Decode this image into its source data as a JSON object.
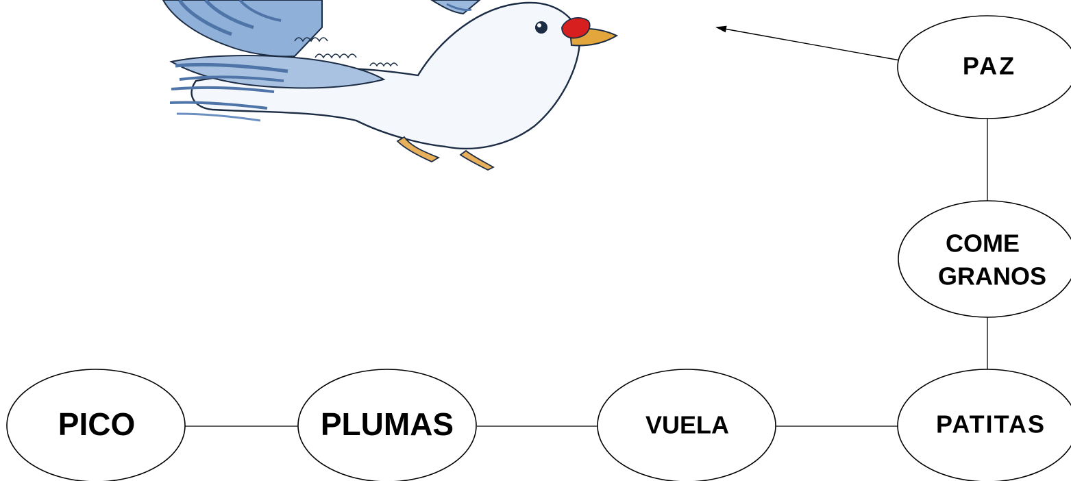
{
  "colors": {
    "background": "#ffffff",
    "stroke": "#000000",
    "bird_body": "#f4f7fb",
    "bird_wing": "#7f9fca",
    "bird_wing_dark": "#4f74a8",
    "bird_beak": "#e3a63c",
    "bird_cere": "#d81f1f",
    "bird_feet": "#e8b05a"
  },
  "illustration": {
    "subject": "dove",
    "icon": "dove-illustration"
  },
  "nodes": {
    "paz": "PAZ",
    "come_granos_line1": "COME",
    "come_granos_line2": "GRANOS",
    "patitas": "PATITAS",
    "vuela": "VUELA",
    "plumas": "PLUMAS",
    "pico": "PICO"
  }
}
